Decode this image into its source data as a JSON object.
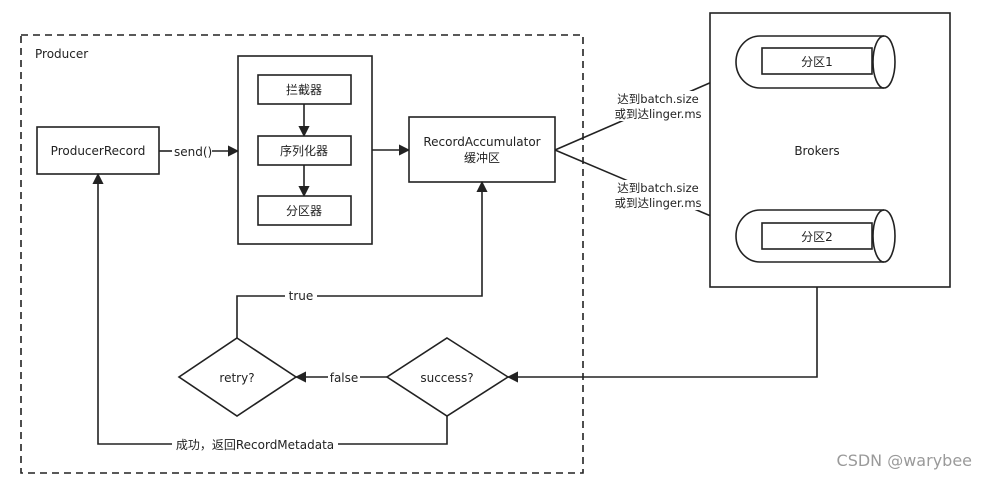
{
  "producer": {
    "title": "Producer",
    "record": "ProducerRecord",
    "send": "send()",
    "pipeline": {
      "interceptor": "拦截器",
      "serializer": "序列化器",
      "partitioner": "分区器"
    },
    "accumulator": {
      "line1": "RecordAccumulator",
      "line2": "缓冲区"
    },
    "retry": "retry?",
    "success": "success?",
    "true_label": "true",
    "false_label": "false",
    "return_label": "成功，返回RecordMetadata"
  },
  "flow": {
    "condition_top_line1": "达到batch.size",
    "condition_top_line2": "或到达linger.ms",
    "condition_bottom_line1": "达到batch.size",
    "condition_bottom_line2": "或到达linger.ms"
  },
  "brokers": {
    "title": "Brokers",
    "partition1": "分区1",
    "partition2": "分区2"
  },
  "watermark": "CSDN @warybee"
}
